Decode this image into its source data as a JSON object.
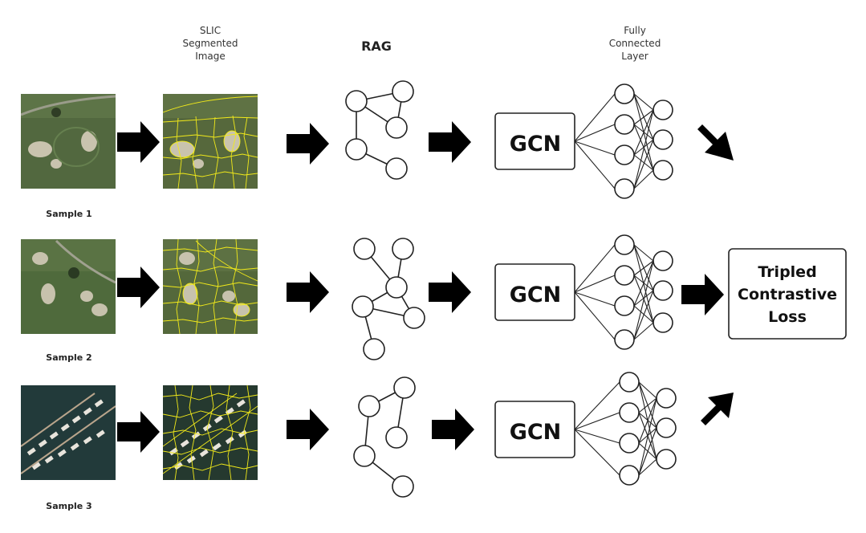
{
  "headers": {
    "slic_lines": [
      "SLIC",
      "Segmented",
      "Image"
    ],
    "rag": "RAG",
    "fc_lines": [
      "Fully",
      "Connected",
      "Layer"
    ]
  },
  "samples": [
    {
      "label": "Sample 1",
      "gcn": "GCN",
      "colors": {
        "ground": "#52683f",
        "feature": "#c9c3ae",
        "path": "#9a9c8a"
      }
    },
    {
      "label": "Sample 2",
      "gcn": "GCN",
      "colors": {
        "ground": "#4f6a3c",
        "feature": "#c7c2ad",
        "path": "#a0a190"
      }
    },
    {
      "label": "Sample 3",
      "gcn": "GCN",
      "colors": {
        "ground": "#223a3a",
        "feature": "#e8e4dc",
        "path": "#b9a58c"
      }
    }
  ],
  "loss_lines": [
    "Tripled",
    "Contrastive",
    "Loss"
  ],
  "colors": {
    "segment_boundary": "#f2ea1a",
    "ink": "#000000"
  }
}
